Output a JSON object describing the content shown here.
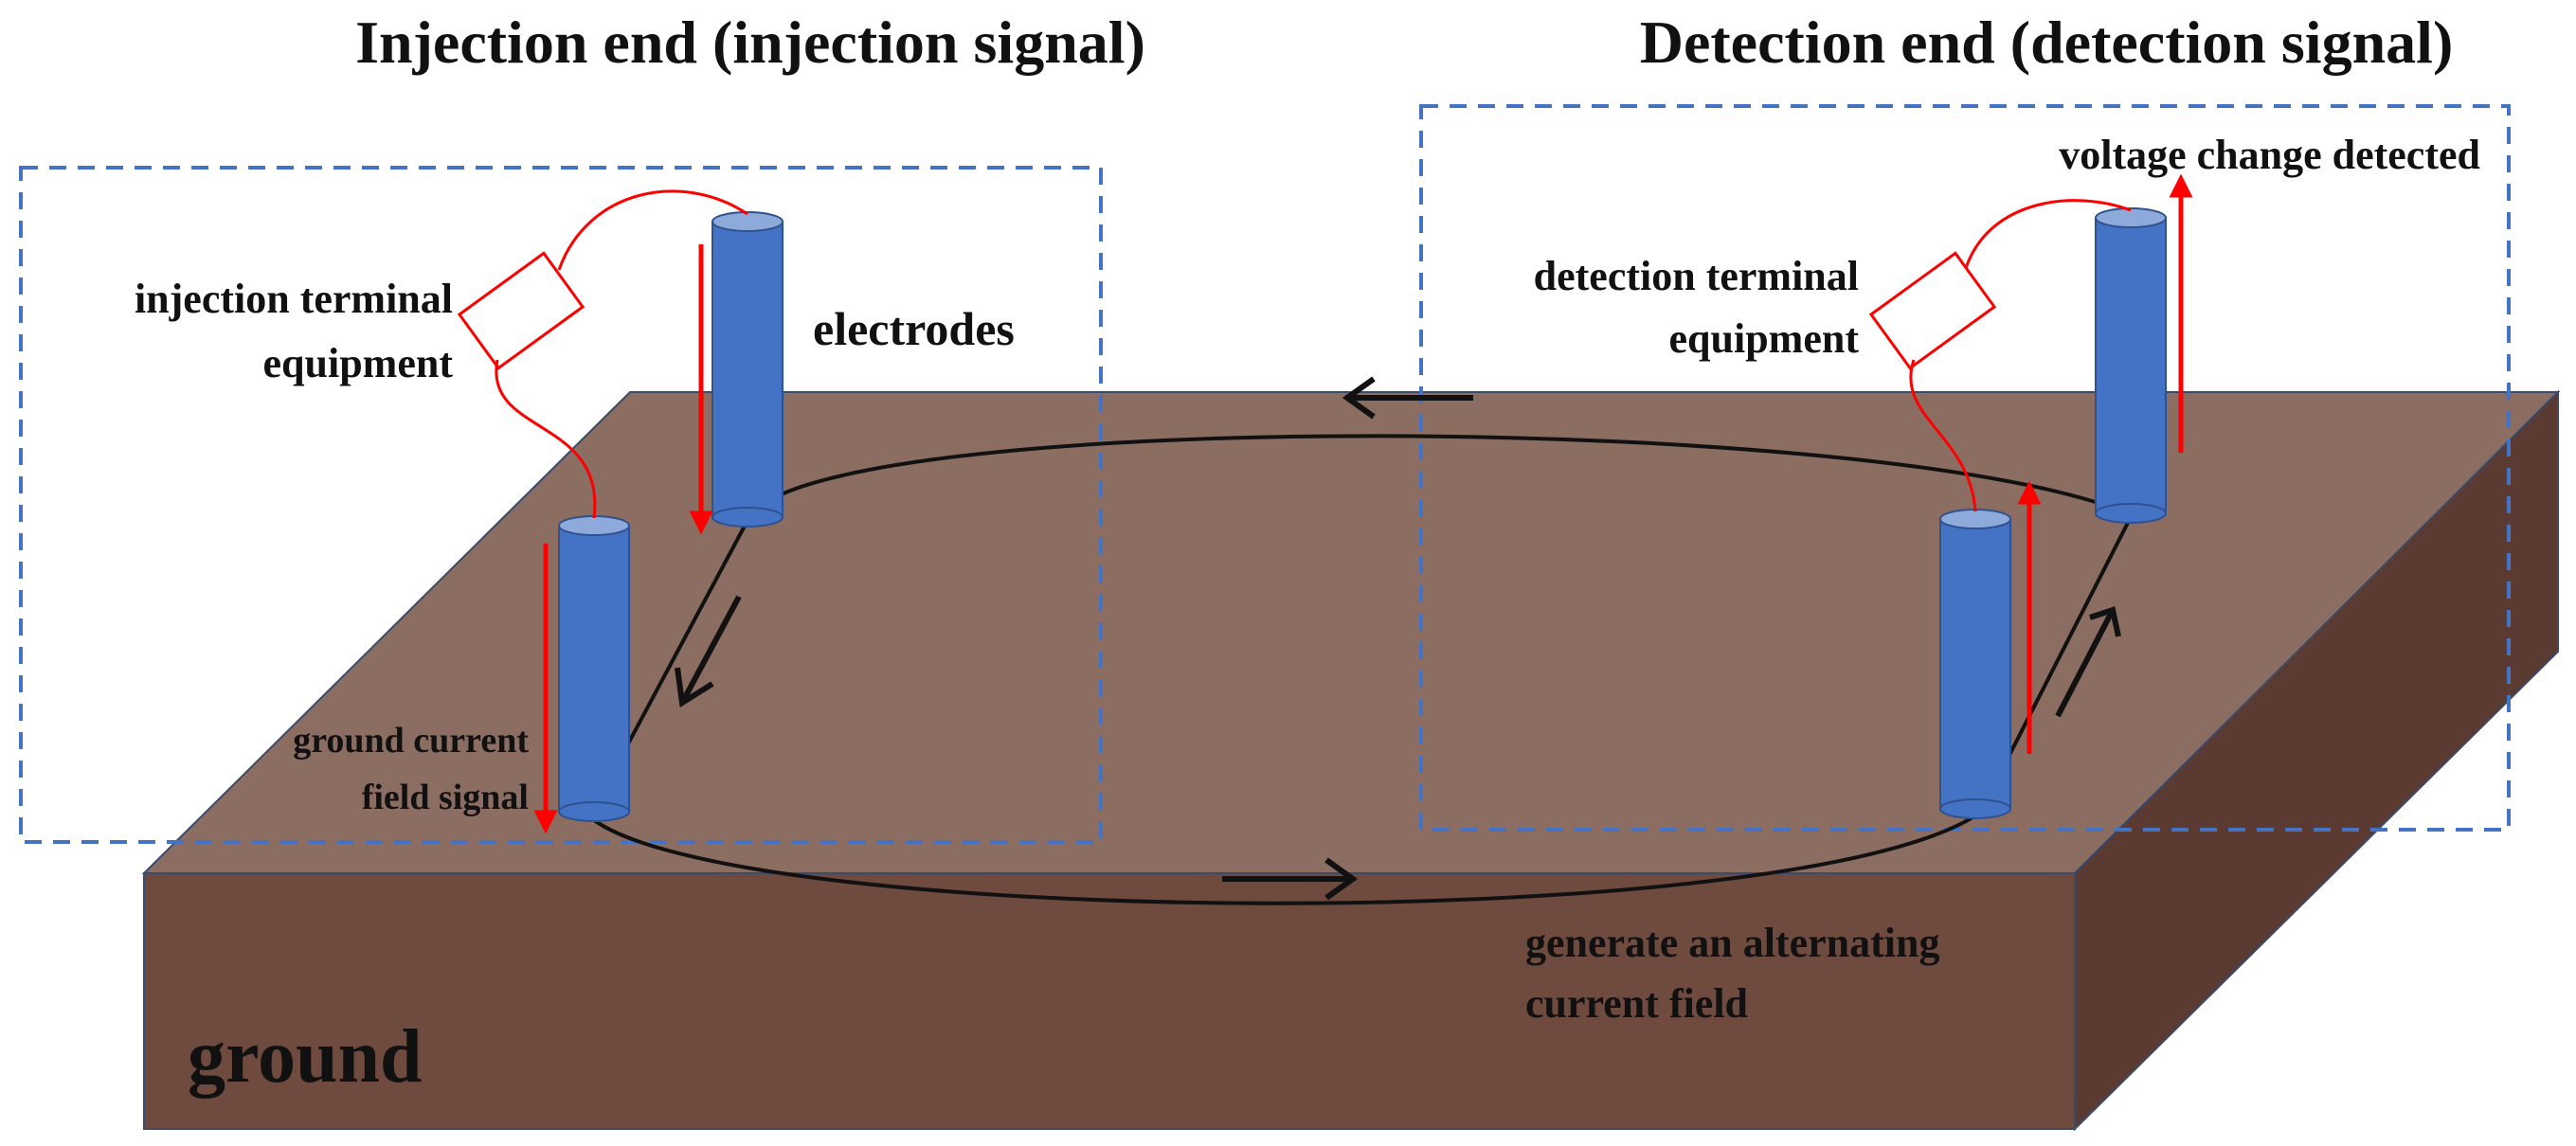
{
  "titles": {
    "injection": "Injection end (injection signal)",
    "detection": "Detection end (detection signal)"
  },
  "labels": {
    "injection_equipment_1": "injection terminal",
    "injection_equipment_2": "equipment",
    "electrodes": "electrodes",
    "ground_current_1": "ground current",
    "ground_current_2": "field signal",
    "detection_equipment_1": "detection terminal",
    "detection_equipment_2": "equipment",
    "voltage_change": "voltage change detected",
    "alternating_1": "generate an alternating",
    "alternating_2": "current field",
    "ground": "ground"
  },
  "colors": {
    "ground_top": "#8c6d62",
    "ground_front": "#6f4a3f",
    "ground_side": "#5a3a31",
    "electrode": "#4472c4",
    "electrode_top": "#8eaadb",
    "signal": "#ff0000",
    "dashed_box": "#4472c4"
  }
}
